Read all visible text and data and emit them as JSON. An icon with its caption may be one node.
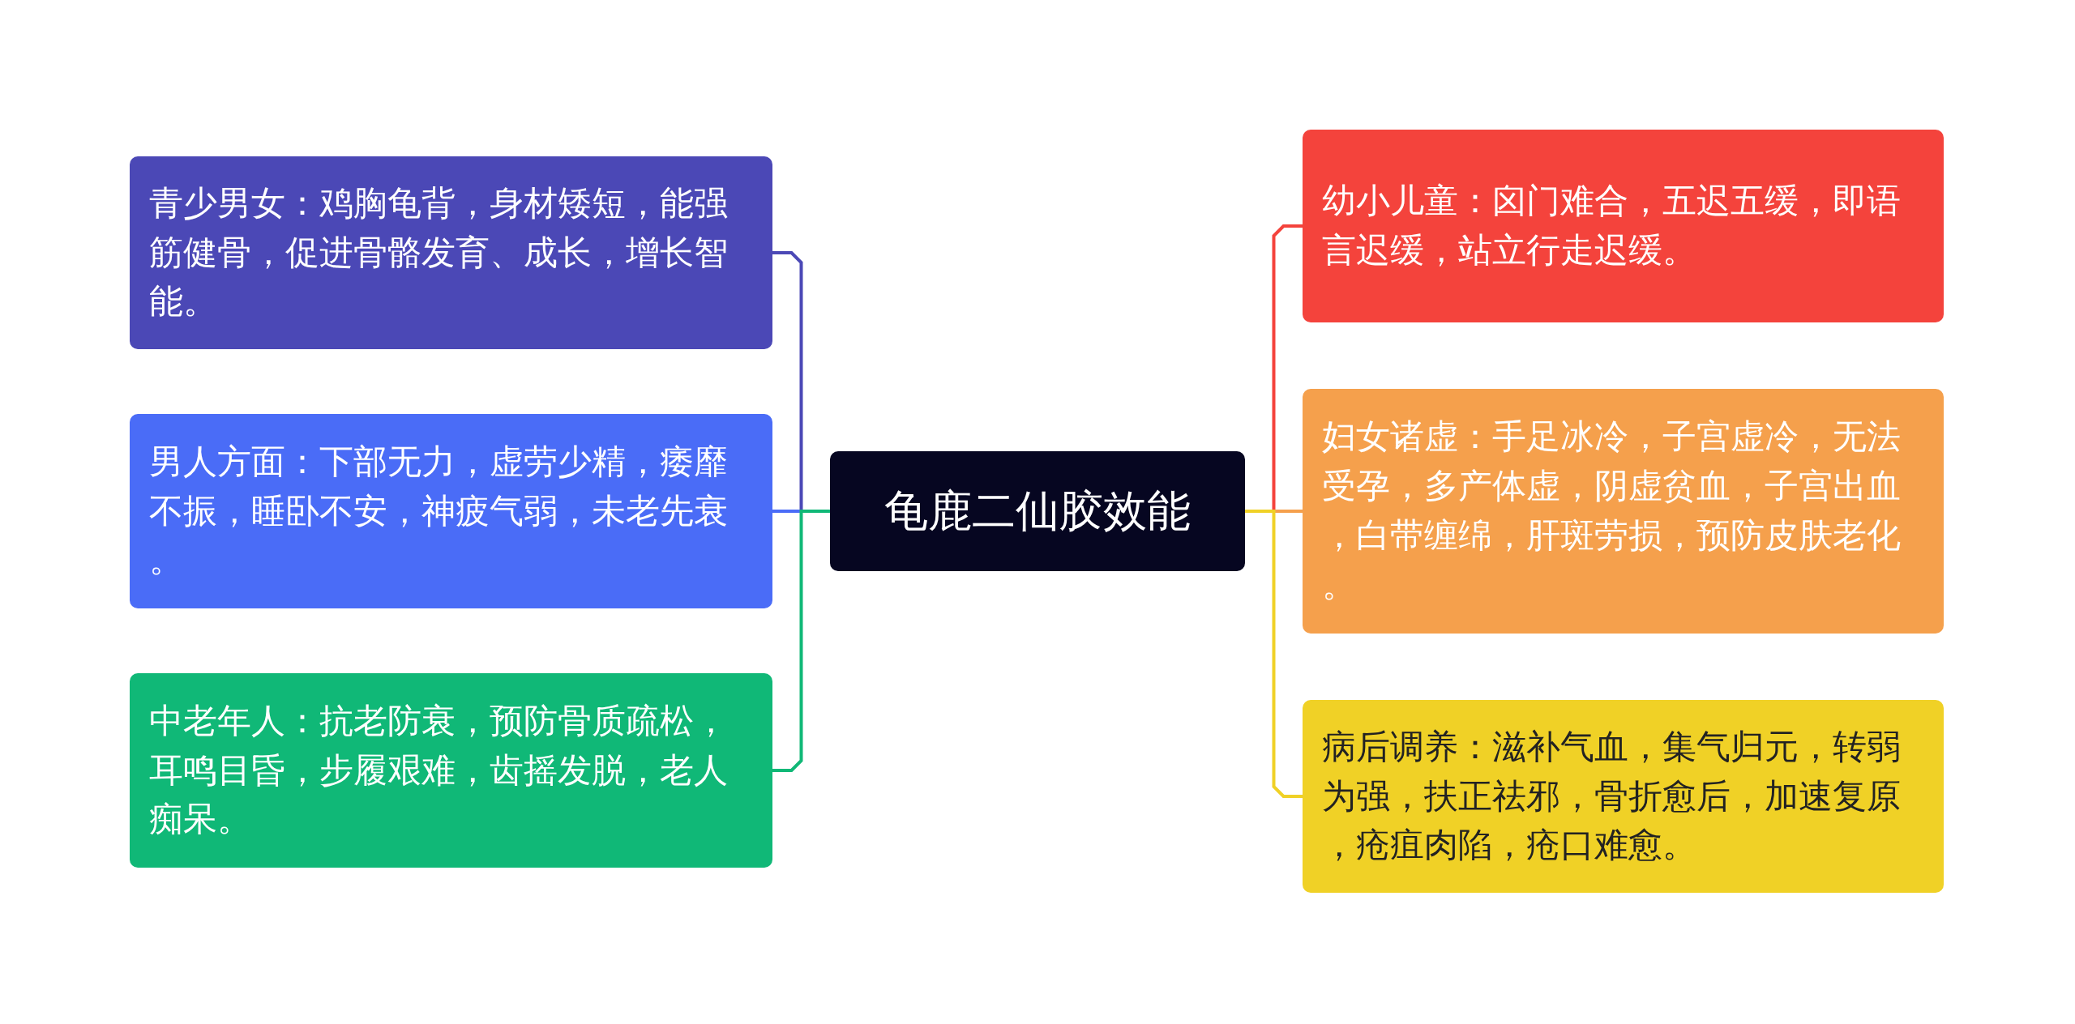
{
  "diagram": {
    "nodes": [
      {
        "text": [
          "龟鹿二仙胶效能"
        ]
      },
      {
        "text": [
          "青少男女：鸡胸龟背，身材矮短，能强筋健骨，促进骨骼发育、成长，增长智能。"
        ]
      },
      {
        "text": [
          "男人方面：下部无力，虚劳少精，痿靡不振，睡卧不安，神疲气弱，未老先衰。"
        ]
      },
      {
        "text": [
          "中老年人：抗老防衰，预防骨质疏松，耳鸣目昏，步履艰难，齿摇发脱，老人痴呆。"
        ]
      },
      {
        "text": [
          "幼小儿童：囟门难合，五迟五缓，即语言迟缓，站立行走迟缓。"
        ]
      },
      {
        "text": [
          "妇女诸虚：手足冰冷，子宫虚冷，无法受孕，多产体虚，阴虚贫血，子宫出血，白带缠绵，肝斑劳损，预防皮肤老化。"
        ]
      },
      {
        "text": [
          "病后调养：滋补气血，集气归元，转弱为强，扶正祛邪，骨折愈后，加速复原，疮疽肉陷，疮口难愈。"
        ]
      }
    ],
    "edges": [
      {
        "from": 0,
        "to": 1,
        "arrow": "none",
        "color": "#4b48b6"
      },
      {
        "from": 0,
        "to": 2,
        "arrow": "none",
        "color": "#4a6cf7"
      },
      {
        "from": 0,
        "to": 3,
        "arrow": "none",
        "color": "#10b877"
      },
      {
        "from": 0,
        "to": 4,
        "arrow": "none",
        "color": "#f4433c"
      },
      {
        "from": 0,
        "to": 5,
        "arrow": "none",
        "color": "#f5a04c"
      },
      {
        "from": 0,
        "to": 6,
        "arrow": "none",
        "color": "#f0d126"
      }
    ]
  }
}
